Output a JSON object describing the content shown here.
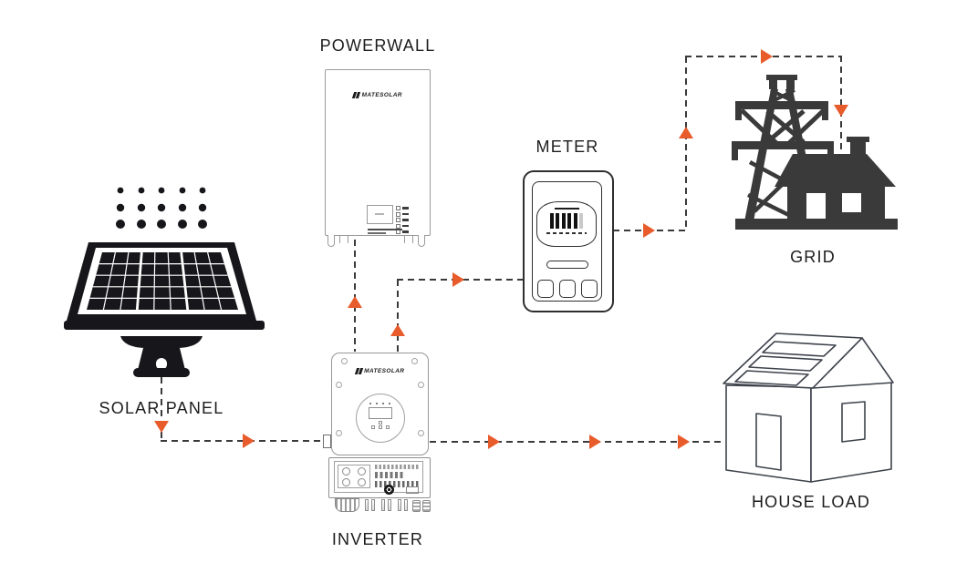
{
  "diagram": {
    "name": "solar-energy-system-flow-diagram"
  },
  "theme": {
    "bg": "#ffffff",
    "arrow_color": "#e85c2c",
    "line_color": "#3a3a3a",
    "icon_solid_color": "#17171b",
    "grid_icon_color": "#3a3a3a",
    "outline_light": "#9b9b9b",
    "outline_dark": "#2e2e2e",
    "house_outline": "#3d424b",
    "label_color": "#1c1c1c"
  },
  "components": {
    "solar_panel": {
      "label": "SOLAR PANEL"
    },
    "powerwall": {
      "label": "POWERWALL",
      "brand": "MATESOLAR"
    },
    "inverter": {
      "label": "INVERTER",
      "brand": "MATESOLAR"
    },
    "meter": {
      "label": "METER"
    },
    "grid": {
      "label": "GRID"
    },
    "house_load": {
      "label": "HOUSE LOAD"
    }
  },
  "connections": [
    {
      "from": "solar_panel",
      "to": "inverter"
    },
    {
      "from": "inverter",
      "to": "powerwall"
    },
    {
      "from": "inverter",
      "to": "meter"
    },
    {
      "from": "meter",
      "to": "grid"
    },
    {
      "from": "inverter",
      "to": "house_load"
    }
  ]
}
